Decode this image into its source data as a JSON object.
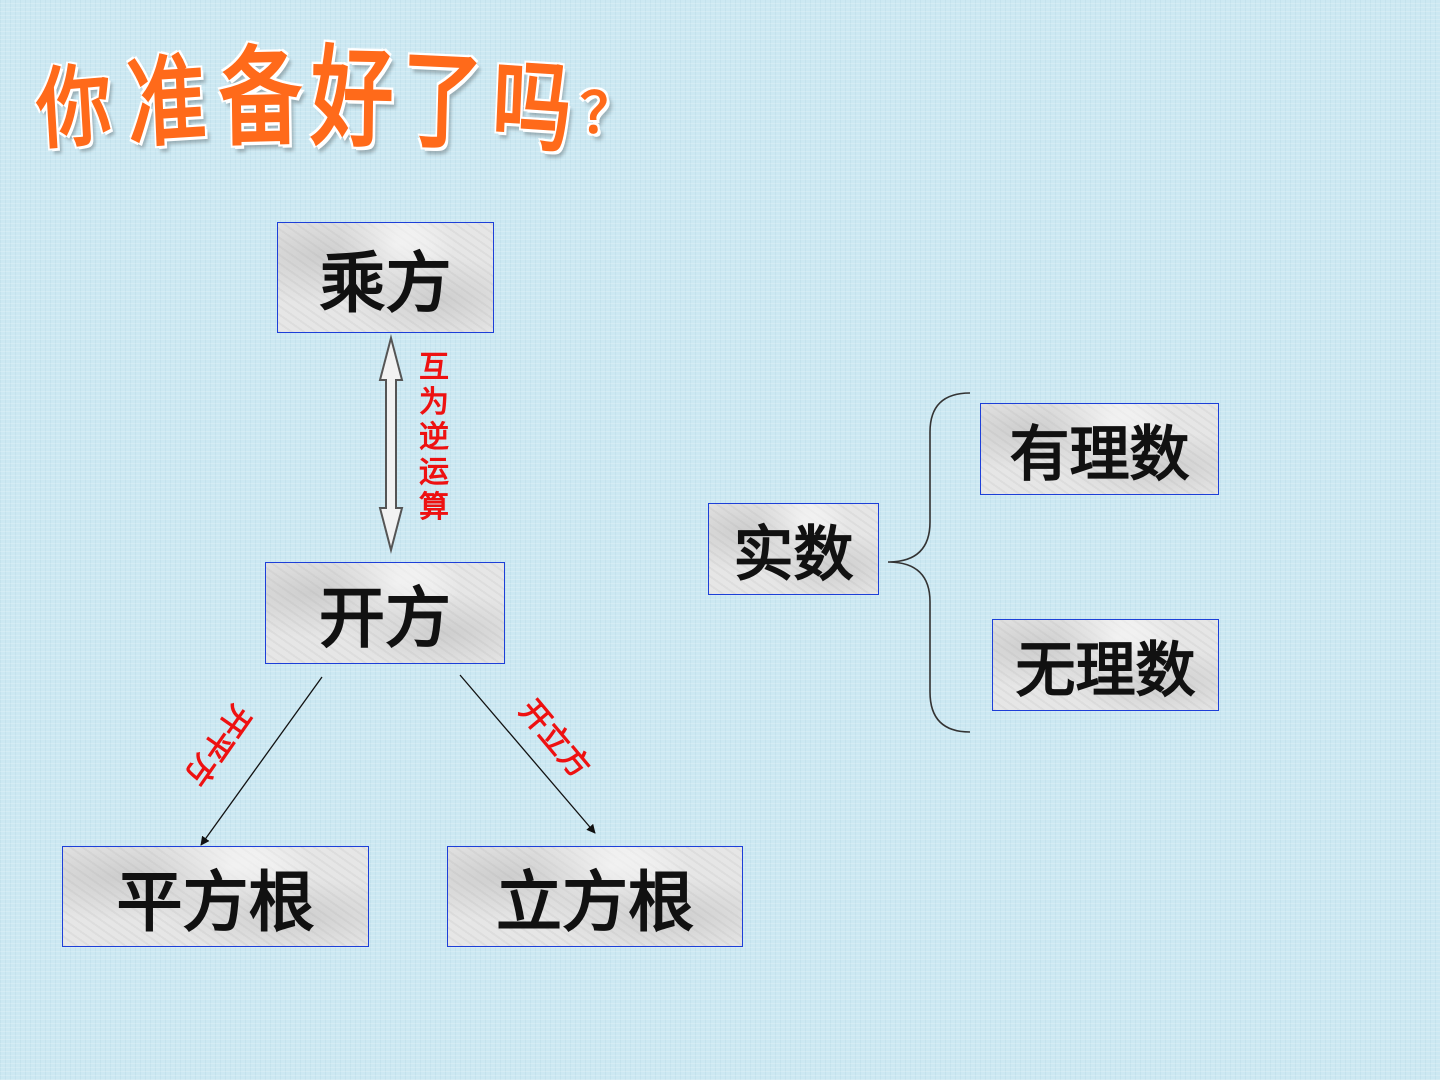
{
  "title": {
    "chars": [
      "你",
      "准",
      "备",
      "好",
      "了",
      "吗",
      "？"
    ],
    "color": "#ff6a1a"
  },
  "boxes": {
    "chengfang": "乘方",
    "kaifang": "开方",
    "pingfanggen": "平方根",
    "lifanggen": "立方根",
    "shishu": "实数",
    "youlishu": "有理数",
    "wulishu": "无理数"
  },
  "labels": {
    "huwei": [
      "互",
      "为",
      "逆",
      "运",
      "算"
    ],
    "kaipingfang": "开平方",
    "kailifang": "开立方"
  },
  "colors": {
    "box_border": "#1d3fd8",
    "label": "#ee1111",
    "background": "#cce8f2"
  }
}
